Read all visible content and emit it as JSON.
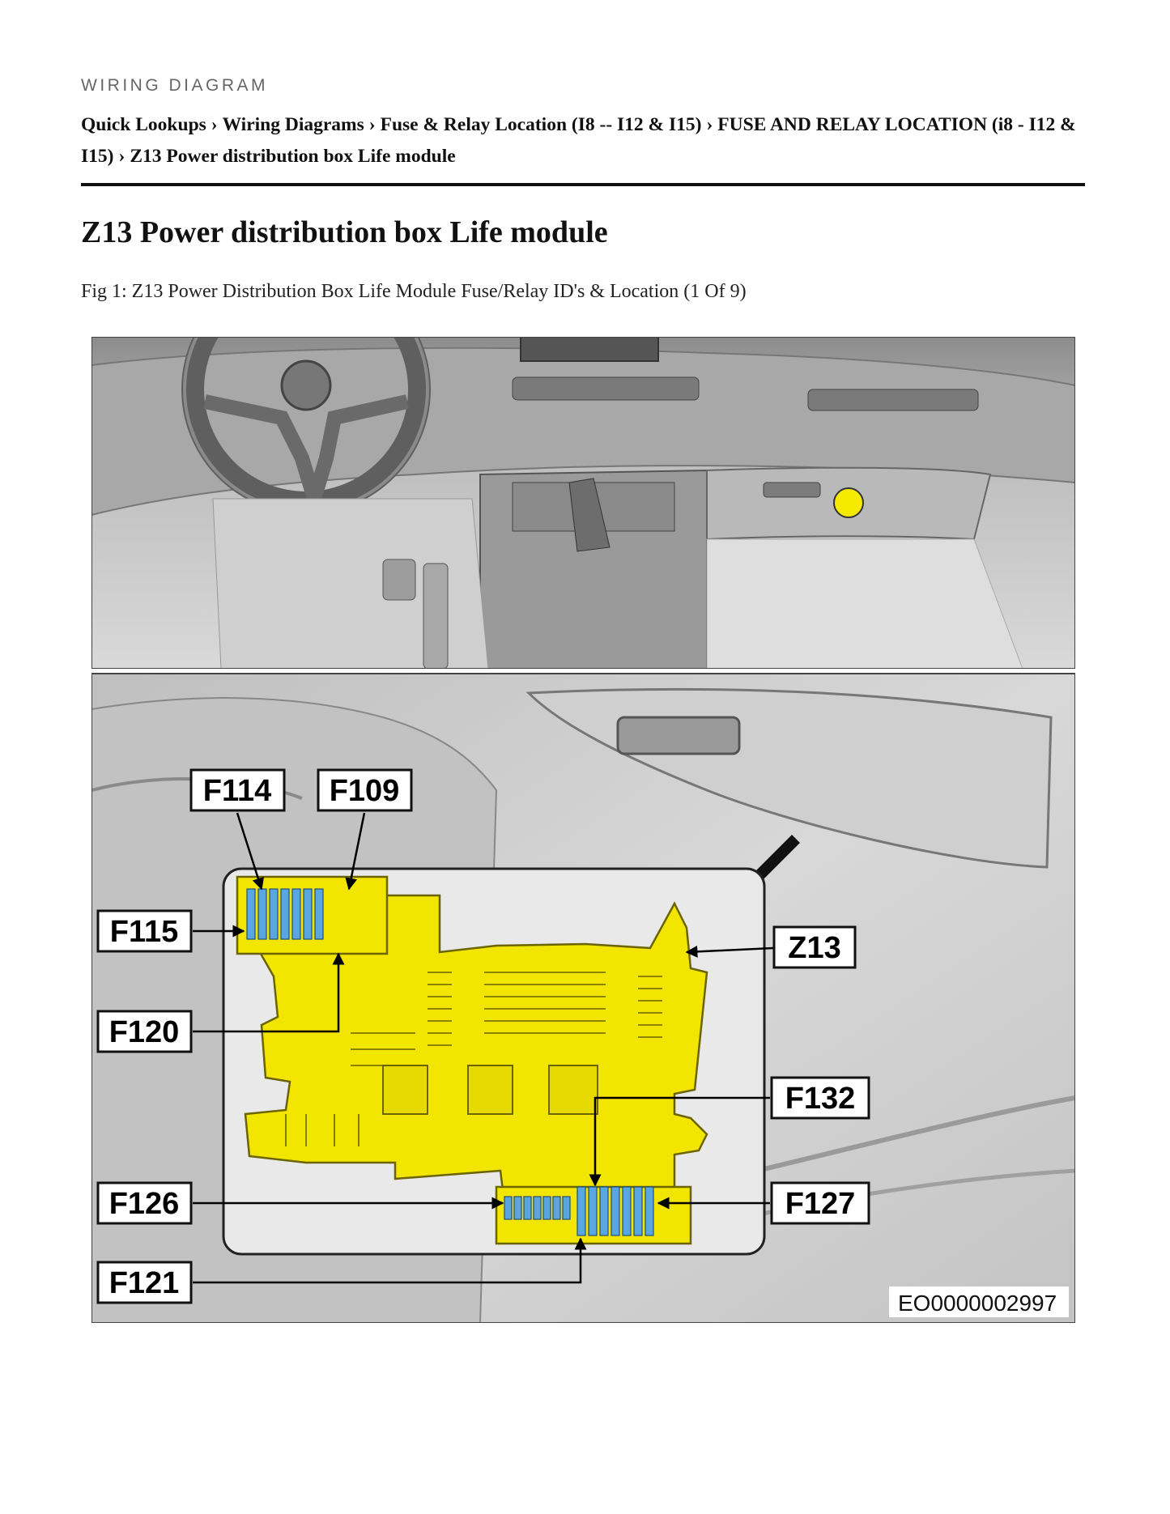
{
  "header": {
    "eyebrow": "WIRING DIAGRAM",
    "breadcrumbs": [
      "Quick Lookups",
      "Wiring Diagrams",
      "Fuse & Relay Location (I8 -- I12 & I15)",
      "FUSE AND RELAY LOCATION (i8 - I12 & I15)",
      "Z13 Power distribution box Life module"
    ],
    "separator": "›"
  },
  "page": {
    "title": "Z13 Power distribution box Life module",
    "caption": "Fig 1: Z13 Power Distribution Box Life Module Fuse/Relay ID's & Location (1 Of 9)"
  },
  "figure": {
    "labels": {
      "f114": "F114",
      "f109": "F109",
      "f115": "F115",
      "f120": "F120",
      "z13": "Z13",
      "f132": "F132",
      "f126": "F126",
      "f127": "F127",
      "f121": "F121"
    },
    "image_code": "EO0000002997",
    "colors": {
      "fuse_box": "#f2e600",
      "fuse_blue": "#5aa6e0",
      "location_marker": "#f5ea00",
      "interior_gray": "#c9c9c9"
    }
  }
}
